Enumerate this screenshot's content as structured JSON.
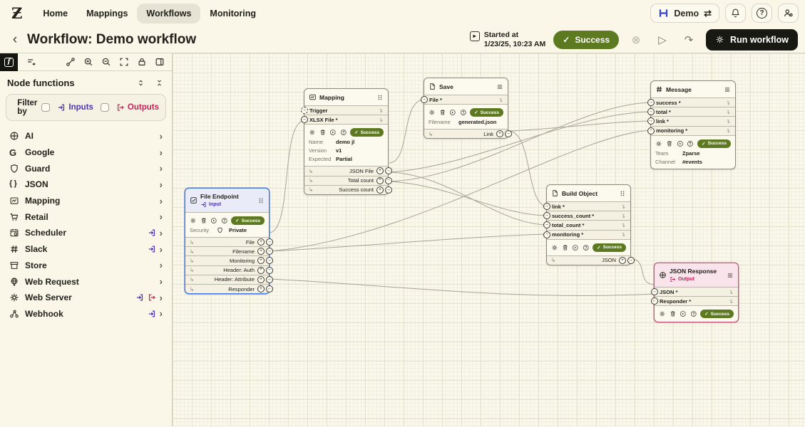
{
  "icons": {
    "back": "‹",
    "chevron": "›",
    "check": "✓",
    "plus": "+",
    "arrow_right": "→",
    "arrow_left": "←",
    "elbow_out": "↳",
    "elbow_in": "↴",
    "swap": "⇄",
    "stop": "⊗",
    "play": "▷",
    "redo": "↷",
    "help": "?",
    "fn": "f",
    "logo": "Ƶ",
    "started_play": "▸"
  },
  "nav": {
    "items": [
      "Home",
      "Mappings",
      "Workflows",
      "Monitoring"
    ],
    "active": "Workflows",
    "demo_label": "Demo"
  },
  "header": {
    "title": "Workflow: Demo workflow",
    "started_label": "Started at",
    "started_time": "1/23/25, 10:23 AM",
    "status": "Success",
    "run_label": "Run workflow"
  },
  "panel": {
    "title": "Node functions",
    "filter_label": "Filter by",
    "inputs_label": "Inputs",
    "outputs_label": "Outputs",
    "categories": [
      {
        "label": "AI"
      },
      {
        "label": "Google"
      },
      {
        "label": "Guard"
      },
      {
        "label": "JSON"
      },
      {
        "label": "Mapping"
      },
      {
        "label": "Retail"
      },
      {
        "label": "Scheduler"
      },
      {
        "label": "Slack"
      },
      {
        "label": "Store"
      },
      {
        "label": "Web Request"
      },
      {
        "label": "Web Server"
      },
      {
        "label": "Webhook"
      }
    ]
  },
  "nodes": {
    "mapping": {
      "title": "Mapping",
      "status": "Success",
      "inputs": [
        "Trigger",
        "XLSX File *"
      ],
      "fields": [
        {
          "k": "Name",
          "v": "demo jl"
        },
        {
          "k": "Version",
          "v": "v1"
        },
        {
          "k": "Expected",
          "v": "Partial"
        }
      ],
      "outputs": [
        "JSON File",
        "Total count",
        "Success count"
      ]
    },
    "save": {
      "title": "Save",
      "status": "Success",
      "inputs": [
        "File *"
      ],
      "fields": [
        {
          "k": "Filename",
          "v": "generated.json"
        }
      ],
      "outputs": [
        "Link"
      ]
    },
    "message": {
      "title": "Message",
      "status": "Success",
      "inputs": [
        "success *",
        "total *",
        "link *",
        "monitoring *"
      ],
      "fields": [
        {
          "k": "Team",
          "v": "Zparse"
        },
        {
          "k": "Channel",
          "v": "#events"
        }
      ]
    },
    "file_endpoint": {
      "title": "File Endpoint",
      "badge": "Input",
      "status": "Success",
      "security_label": "Security",
      "security_value": "Private",
      "outputs": [
        "File",
        "Filename",
        "Monitoring",
        "Header: Auth",
        "Header: Attribute",
        "Responder"
      ]
    },
    "build_object": {
      "title": "Build Object",
      "status": "Success",
      "inputs": [
        "link *",
        "success_count *",
        "total_count *",
        "monitoring *"
      ],
      "outputs": [
        "JSON"
      ]
    },
    "json_response": {
      "title": "JSON Response",
      "badge": "Output",
      "status": "Success",
      "inputs": [
        "JSON *",
        "Responder *"
      ]
    }
  },
  "colors": {
    "success_green": "#5d7a20",
    "run_black": "#191913",
    "selected_blue": "#4a7de2",
    "input_purple": "#4c35b5",
    "output_pink": "#c2255c",
    "canvas_bg": "#fbf8ec",
    "panel_bg": "#faf6e8"
  }
}
